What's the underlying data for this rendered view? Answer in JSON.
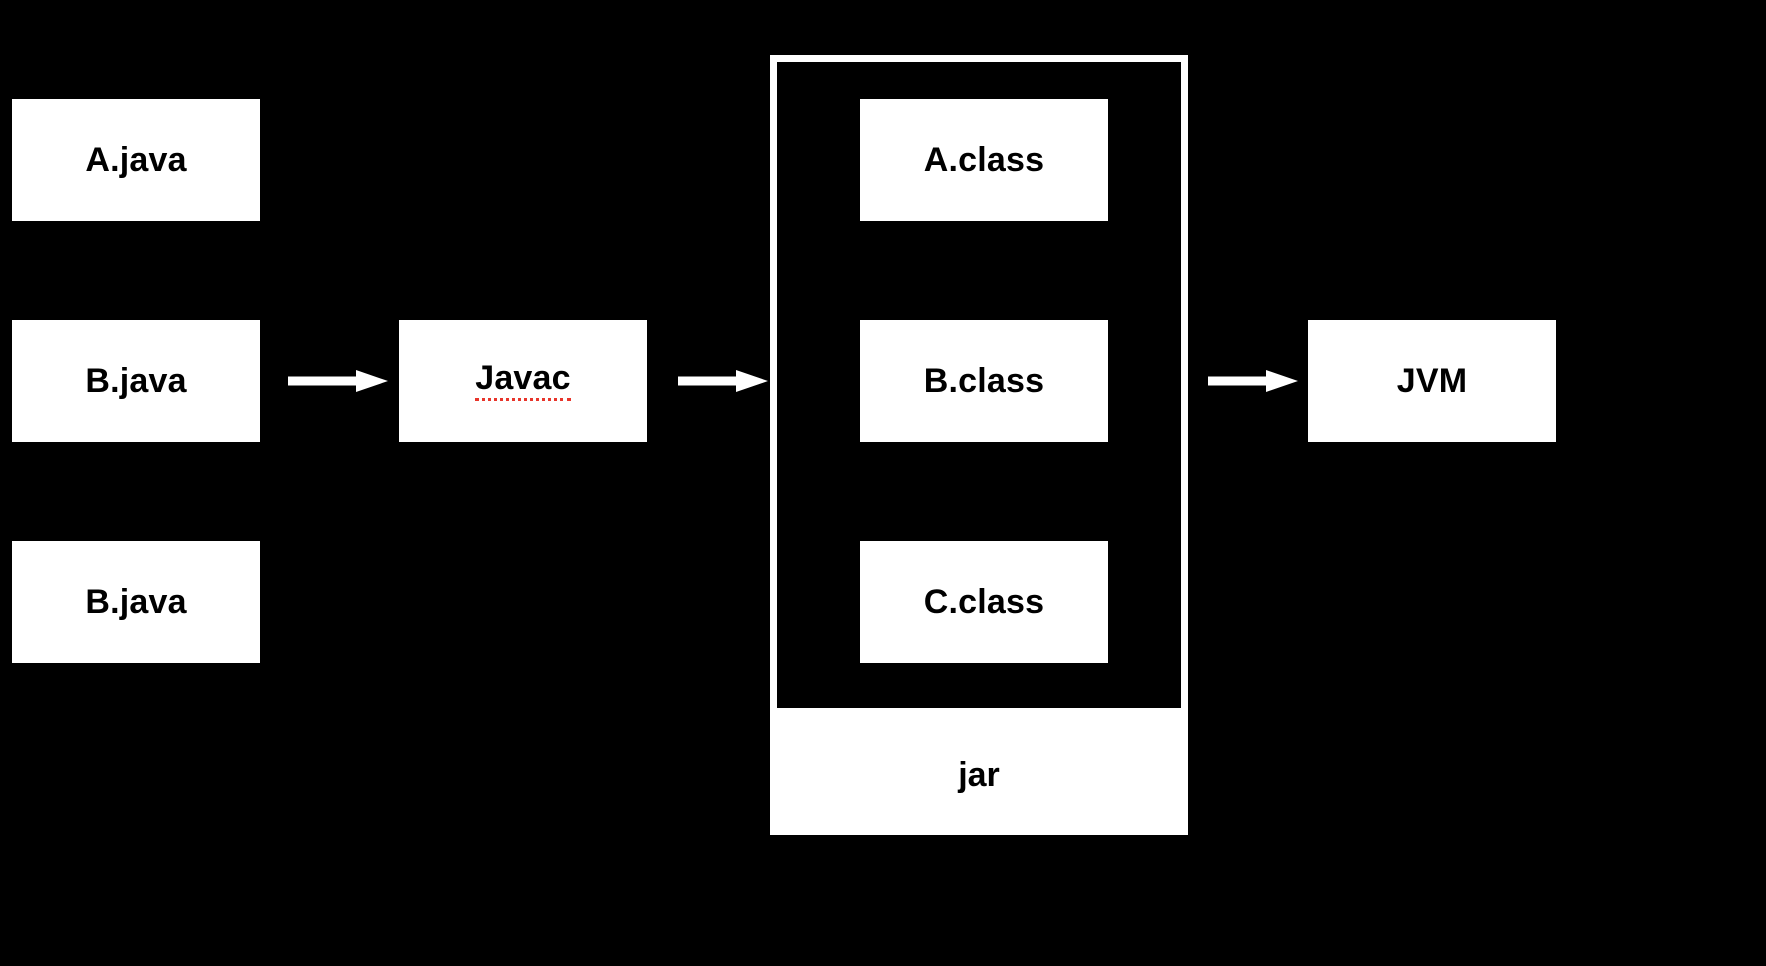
{
  "diagram": {
    "title": "Java compilation pipeline",
    "background_color": "#000000",
    "node_fill_color": "#ffffff",
    "node_text_color": "#000000",
    "arrow_color": "#ffffff",
    "spellcheck_underline_color": "#e8352b"
  },
  "sources": [
    {
      "label": "A.java"
    },
    {
      "label": "B.java"
    },
    {
      "label": "B.java"
    }
  ],
  "compiler": {
    "label": "Javac",
    "spellchecked": true
  },
  "jar": {
    "label": "jar",
    "classes": [
      {
        "label": "A.class"
      },
      {
        "label": "B.class"
      },
      {
        "label": "C.class"
      }
    ]
  },
  "runtime": {
    "label": "JVM"
  },
  "arrows": [
    {
      "name": "sources-to-javac"
    },
    {
      "name": "javac-to-jar"
    },
    {
      "name": "jar-to-jvm"
    }
  ]
}
